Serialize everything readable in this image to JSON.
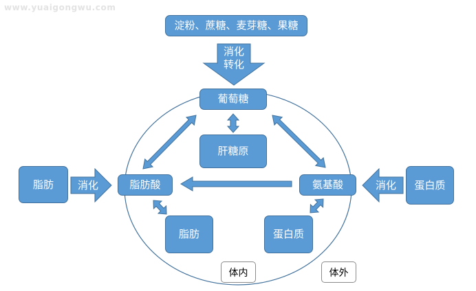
{
  "watermark": "www.yuaigongwu.com",
  "nodes": {
    "sugars": "淀粉、蔗糖、麦芽糖、果糖",
    "glucose": "葡萄糖",
    "glycogen": "肝糖原",
    "fatty_acid": "脂肪酸",
    "amino_acid": "氨基酸",
    "fat_inner": "脂肪",
    "protein_inner": "蛋白质",
    "fat_outer": "脂肪",
    "protein_outer": "蛋白质"
  },
  "arrows": {
    "digest_transform": [
      "消化",
      "转化"
    ],
    "digest_left": "消化",
    "digest_right": "消化"
  },
  "regions": {
    "inside": "体内",
    "outside": "体外"
  },
  "colors": {
    "node_fill": "#5b9bd5",
    "node_border": "#41719c",
    "ellipse_stroke": "#41719c"
  }
}
